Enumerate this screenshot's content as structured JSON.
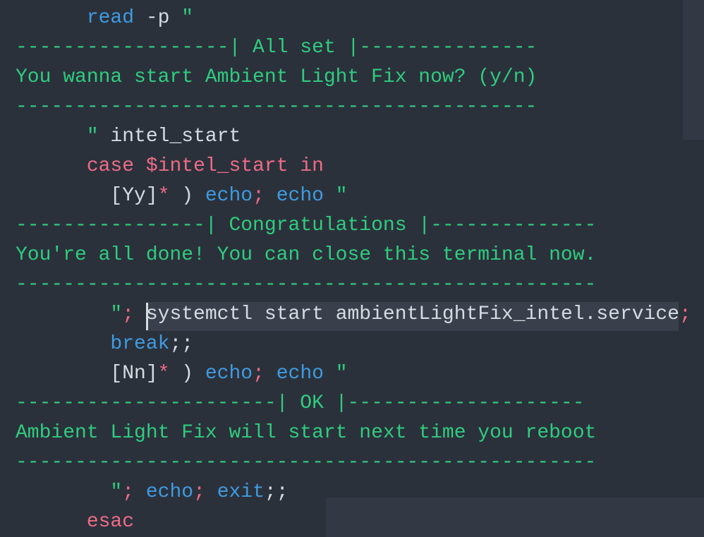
{
  "editor": {
    "lines": [
      {
        "indent": "      ",
        "tokens": [
          {
            "t": "read",
            "c": "kw-blue"
          },
          {
            "t": " -p ",
            "c": "plain"
          },
          {
            "t": "\"",
            "c": "str"
          }
        ]
      },
      {
        "indent": "",
        "tokens": [
          {
            "t": "------------------| All set |---------------",
            "c": "str"
          }
        ]
      },
      {
        "indent": "",
        "tokens": [
          {
            "t": "You wanna start Ambient Light Fix now? (y/n)",
            "c": "str"
          }
        ]
      },
      {
        "indent": "",
        "tokens": [
          {
            "t": "--------------------------------------------",
            "c": "str"
          }
        ]
      },
      {
        "indent": "      ",
        "tokens": [
          {
            "t": "\"",
            "c": "str"
          },
          {
            "t": " intel_start",
            "c": "plain"
          }
        ]
      },
      {
        "indent": "      ",
        "tokens": [
          {
            "t": "case",
            "c": "kw-red"
          },
          {
            "t": " ",
            "c": "plain"
          },
          {
            "t": "$intel_start",
            "c": "var"
          },
          {
            "t": " ",
            "c": "plain"
          },
          {
            "t": "in",
            "c": "kw-red"
          }
        ]
      },
      {
        "indent": "        ",
        "tokens": [
          {
            "t": "[Yy]",
            "c": "plain"
          },
          {
            "t": "*",
            "c": "op"
          },
          {
            "t": " ) ",
            "c": "plain"
          },
          {
            "t": "echo",
            "c": "kw-blue"
          },
          {
            "t": ";",
            "c": "op"
          },
          {
            "t": " ",
            "c": "plain"
          },
          {
            "t": "echo",
            "c": "kw-blue"
          },
          {
            "t": " ",
            "c": "plain"
          },
          {
            "t": "\"",
            "c": "str"
          }
        ]
      },
      {
        "indent": "",
        "tokens": [
          {
            "t": "----------------| Congratulations |--------------",
            "c": "str"
          }
        ]
      },
      {
        "indent": "",
        "tokens": [
          {
            "t": "You're all done! You can close this terminal now.",
            "c": "str"
          }
        ]
      },
      {
        "indent": "",
        "tokens": [
          {
            "t": "-------------------------------------------------",
            "c": "str"
          }
        ]
      },
      {
        "indent": "        ",
        "tokens": [
          {
            "t": "\"",
            "c": "str"
          },
          {
            "t": ";",
            "c": "op"
          },
          {
            "t": " systemctl start ambientLightFix_intel.service",
            "c": "plain"
          },
          {
            "t": ";",
            "c": "op"
          }
        ]
      },
      {
        "indent": "        ",
        "tokens": [
          {
            "t": "break",
            "c": "kw-blue"
          },
          {
            "t": ";;",
            "c": "plain"
          }
        ]
      },
      {
        "indent": "        ",
        "tokens": [
          {
            "t": "[Nn]",
            "c": "plain"
          },
          {
            "t": "*",
            "c": "op"
          },
          {
            "t": " ) ",
            "c": "plain"
          },
          {
            "t": "echo",
            "c": "kw-blue"
          },
          {
            "t": ";",
            "c": "op"
          },
          {
            "t": " ",
            "c": "plain"
          },
          {
            "t": "echo",
            "c": "kw-blue"
          },
          {
            "t": " ",
            "c": "plain"
          },
          {
            "t": "\"",
            "c": "str"
          }
        ]
      },
      {
        "indent": "",
        "tokens": [
          {
            "t": "----------------------| OK |--------------------",
            "c": "str"
          }
        ]
      },
      {
        "indent": "",
        "tokens": [
          {
            "t": "Ambient Light Fix will start next time you reboot",
            "c": "str"
          }
        ]
      },
      {
        "indent": "",
        "tokens": [
          {
            "t": "-------------------------------------------------",
            "c": "str"
          }
        ]
      },
      {
        "indent": "        ",
        "tokens": [
          {
            "t": "\"",
            "c": "str"
          },
          {
            "t": ";",
            "c": "op"
          },
          {
            "t": " ",
            "c": "plain"
          },
          {
            "t": "echo",
            "c": "kw-blue"
          },
          {
            "t": ";",
            "c": "op"
          },
          {
            "t": " ",
            "c": "plain"
          },
          {
            "t": "exit",
            "c": "kw-blue"
          },
          {
            "t": ";;",
            "c": "plain"
          }
        ]
      },
      {
        "indent": "      ",
        "tokens": [
          {
            "t": "esac",
            "c": "kw-red"
          }
        ]
      }
    ]
  },
  "colors": {
    "background": "#2b313b",
    "keyword_blue": "#3f9be1",
    "keyword_red": "#ec6c86",
    "string_green": "#2fcc7f",
    "plain_text": "#d6dbe3",
    "current_line": "#39404b"
  }
}
